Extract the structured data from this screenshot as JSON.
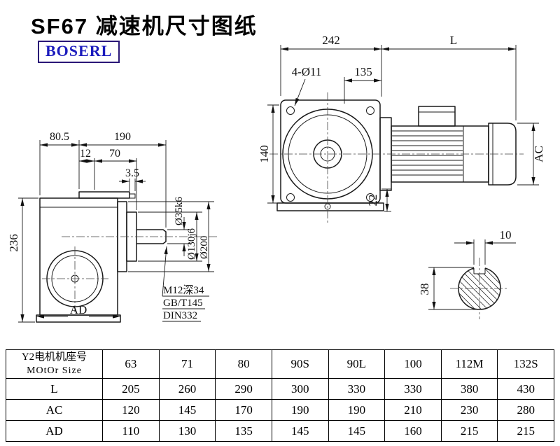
{
  "title": "SF67 减速机尺寸图纸",
  "logo": "BOSERL",
  "drawing": {
    "front": {
      "d242": "242",
      "dL": "L",
      "holes": "4-Ø11",
      "d135": "135",
      "d140": "140",
      "dAC": "AC",
      "d22": "22"
    },
    "side": {
      "d80_5": "80.5",
      "d190": "190",
      "d12": "12",
      "d70": "70",
      "d3_5": "3.5",
      "d236": "236",
      "dAD": "AD",
      "d35": "Ø35k6",
      "d130": "Ø130j6",
      "d200": "Ø200",
      "note1": "M12深34",
      "note2": "GB/T145",
      "note3": "DIN332"
    },
    "shaft_end": {
      "d10": "10",
      "d38": "38"
    }
  },
  "table": {
    "header_line1": "Y2电机机座号",
    "header_line2": "MOtOr Size",
    "sizes": [
      "63",
      "71",
      "80",
      "90S",
      "90L",
      "100",
      "112M",
      "132S"
    ],
    "rows": [
      {
        "label": "L",
        "values": [
          "205",
          "260",
          "290",
          "300",
          "330",
          "330",
          "380",
          "430"
        ]
      },
      {
        "label": "AC",
        "values": [
          "120",
          "145",
          "170",
          "190",
          "190",
          "210",
          "230",
          "280"
        ]
      },
      {
        "label": "AD",
        "values": [
          "110",
          "130",
          "135",
          "145",
          "145",
          "160",
          "215",
          "215"
        ]
      }
    ]
  }
}
